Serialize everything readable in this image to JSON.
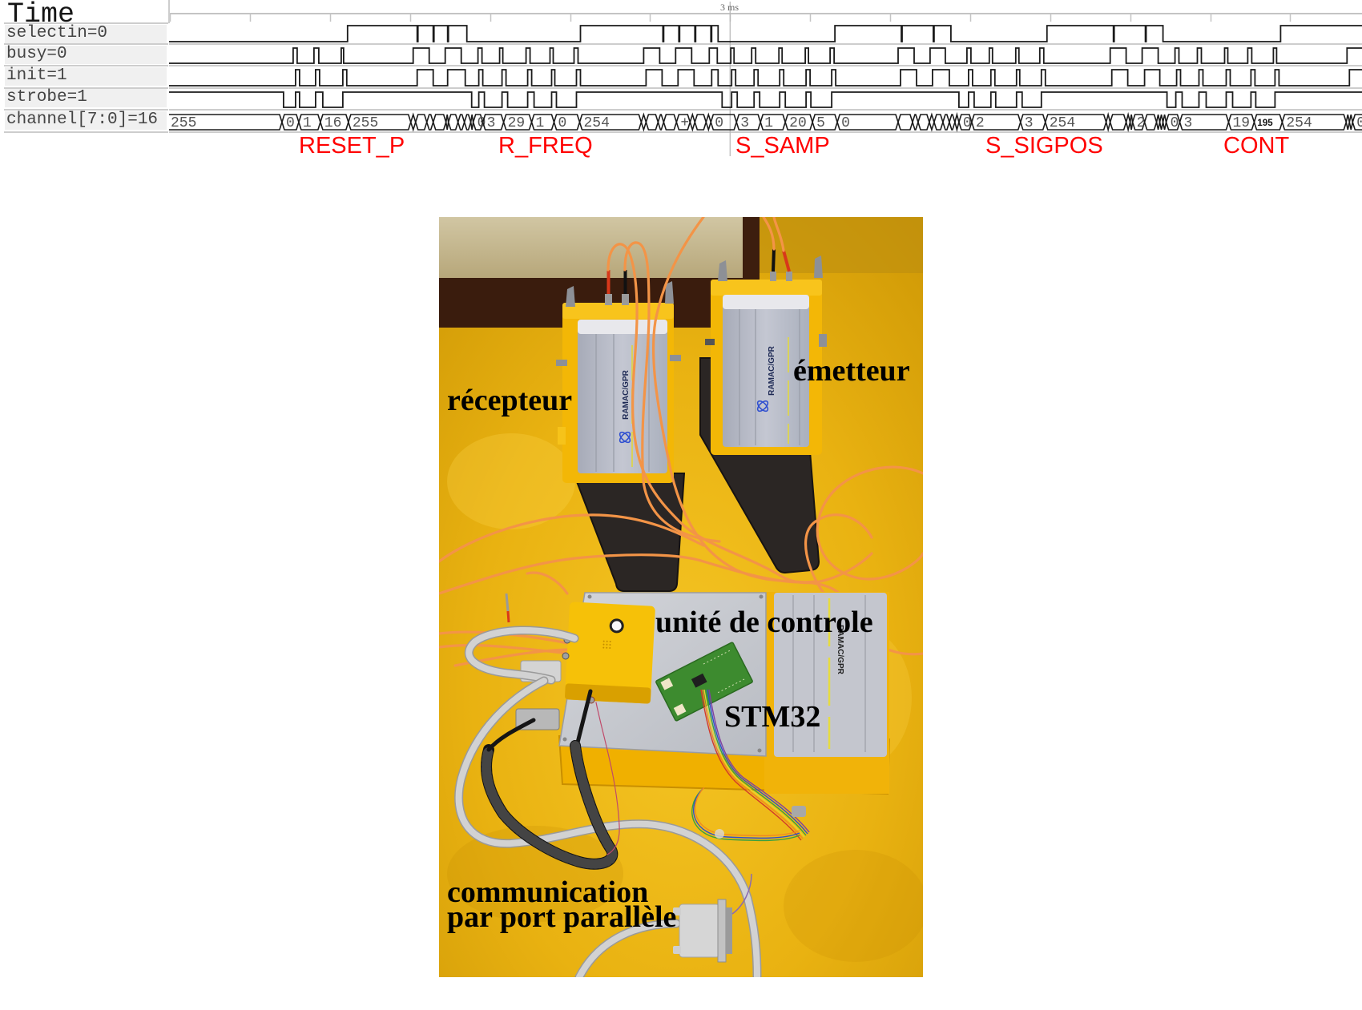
{
  "timing": {
    "header_label": "Time",
    "cursor_label": "3 ms",
    "cursor_ms": 3,
    "view_ms": [
      -0.51,
      6.94
    ],
    "tick_interval_ms": 0.5,
    "signals": [
      {
        "id": "selectin",
        "label": "selectin=0",
        "initial": 0,
        "edges_ms": [
          0.61,
          1.045,
          1.05,
          1.145,
          1.15,
          1.235,
          1.24,
          1.355,
          2.065,
          2.58,
          2.585,
          2.68,
          2.685,
          2.78,
          2.785,
          2.88,
          2.885,
          2.925,
          3.655,
          4.07,
          4.075,
          4.27,
          4.275,
          4.38,
          4.98,
          5.395,
          5.4,
          5.595,
          5.6,
          5.705,
          6.44
        ]
      },
      {
        "id": "busy",
        "label": "busy=0",
        "initial": 0,
        "edges_ms": [
          0.27,
          0.295,
          0.4,
          0.43,
          0.57,
          0.585,
          1.02,
          1.12,
          1.22,
          1.32,
          1.425,
          1.45,
          1.56,
          1.58,
          1.725,
          1.75,
          1.875,
          1.895,
          2.025,
          2.05,
          2.46,
          2.56,
          2.66,
          2.76,
          2.87,
          2.92,
          3.005,
          3.025,
          3.135,
          3.16,
          3.305,
          3.325,
          3.47,
          3.49,
          3.625,
          3.65,
          4.05,
          4.15,
          4.25,
          4.345,
          4.48,
          4.505,
          4.62,
          4.64,
          4.785,
          4.805,
          4.935,
          4.96,
          5.375,
          5.475,
          5.575,
          5.675,
          5.78,
          5.805,
          5.92,
          5.945,
          6.09,
          6.11,
          6.235,
          6.26,
          6.395,
          6.415,
          6.855
        ]
      },
      {
        "id": "init",
        "label": "init=1",
        "initial": 0,
        "edges_ms": [
          0.285,
          0.31,
          0.41,
          0.435,
          0.58,
          0.605,
          1.045,
          1.145,
          1.235,
          1.345,
          1.43,
          1.455,
          1.575,
          1.6,
          1.735,
          1.76,
          1.885,
          1.905,
          2.04,
          2.065,
          2.475,
          2.575,
          2.675,
          2.775,
          2.885,
          2.925,
          3.01,
          3.035,
          3.15,
          3.175,
          3.31,
          3.335,
          3.475,
          3.5,
          3.635,
          3.66,
          4.065,
          4.165,
          4.265,
          4.37,
          4.49,
          4.515,
          4.63,
          4.655,
          4.79,
          4.81,
          4.945,
          4.97,
          5.385,
          5.485,
          5.59,
          5.685,
          5.79,
          5.815,
          5.93,
          5.955,
          6.1,
          6.125,
          6.255,
          6.28,
          6.405,
          6.43,
          6.87
        ]
      },
      {
        "id": "strobe",
        "label": "strobe=1",
        "initial": 1,
        "edges_ms": [
          0.21,
          0.285,
          0.31,
          0.41,
          0.455,
          0.58,
          1.385,
          1.43,
          1.465,
          1.575,
          1.61,
          1.735,
          1.775,
          1.885,
          1.915,
          2.04,
          2.95,
          3.01,
          3.045,
          3.15,
          3.185,
          3.31,
          3.345,
          3.475,
          3.505,
          3.635,
          4.43,
          4.49,
          4.525,
          4.63,
          4.66,
          4.79,
          4.825,
          4.945,
          5.73,
          5.785,
          5.825,
          5.93,
          5.975,
          6.1,
          6.14,
          6.255,
          6.285,
          6.405
        ]
      }
    ],
    "bus": {
      "id": "channel",
      "label": "channel[7:0]=16",
      "segments": [
        {
          "start_ms": -0.51,
          "value": "255"
        },
        {
          "start_ms": 0.2,
          "value": "0"
        },
        {
          "start_ms": 0.305,
          "value": "1"
        },
        {
          "start_ms": 0.44,
          "value": "16"
        },
        {
          "start_ms": 0.615,
          "value": "255"
        },
        {
          "start_ms": 1.005,
          "value": ""
        },
        {
          "start_ms": 1.035,
          "value": ""
        },
        {
          "start_ms": 1.105,
          "value": ""
        },
        {
          "start_ms": 1.145,
          "value": ""
        },
        {
          "start_ms": 1.225,
          "value": ""
        },
        {
          "start_ms": 1.24,
          "value": ""
        },
        {
          "start_ms": 1.3,
          "value": ""
        },
        {
          "start_ms": 1.34,
          "value": ""
        },
        {
          "start_ms": 1.38,
          "value": ""
        },
        {
          "start_ms": 1.395,
          "value": "0"
        },
        {
          "start_ms": 1.455,
          "value": "3"
        },
        {
          "start_ms": 1.585,
          "value": "29"
        },
        {
          "start_ms": 1.76,
          "value": "1"
        },
        {
          "start_ms": 1.9,
          "value": "0"
        },
        {
          "start_ms": 2.06,
          "value": "254"
        },
        {
          "start_ms": 2.445,
          "value": ""
        },
        {
          "start_ms": 2.475,
          "value": ""
        },
        {
          "start_ms": 2.55,
          "value": ""
        },
        {
          "start_ms": 2.585,
          "value": ""
        },
        {
          "start_ms": 2.665,
          "value": "+"
        },
        {
          "start_ms": 2.75,
          "value": ""
        },
        {
          "start_ms": 2.78,
          "value": ""
        },
        {
          "start_ms": 2.85,
          "value": ""
        },
        {
          "start_ms": 2.88,
          "value": "0"
        },
        {
          "start_ms": 3.04,
          "value": "3"
        },
        {
          "start_ms": 3.19,
          "value": "1"
        },
        {
          "start_ms": 3.345,
          "value": "20"
        },
        {
          "start_ms": 3.515,
          "value": "5"
        },
        {
          "start_ms": 3.67,
          "value": "0"
        },
        {
          "start_ms": 4.05,
          "value": ""
        },
        {
          "start_ms": 4.14,
          "value": ""
        },
        {
          "start_ms": 4.175,
          "value": ""
        },
        {
          "start_ms": 4.245,
          "value": ""
        },
        {
          "start_ms": 4.275,
          "value": ""
        },
        {
          "start_ms": 4.33,
          "value": ""
        },
        {
          "start_ms": 4.37,
          "value": ""
        },
        {
          "start_ms": 4.405,
          "value": ""
        },
        {
          "start_ms": 4.43,
          "value": "0"
        },
        {
          "start_ms": 4.51,
          "value": "2"
        },
        {
          "start_ms": 4.815,
          "value": "3"
        },
        {
          "start_ms": 4.97,
          "value": "254"
        },
        {
          "start_ms": 5.35,
          "value": ""
        },
        {
          "start_ms": 5.375,
          "value": ""
        },
        {
          "start_ms": 5.475,
          "value": ""
        },
        {
          "start_ms": 5.5,
          "value": ""
        },
        {
          "start_ms": 5.515,
          "value": "2"
        },
        {
          "start_ms": 5.59,
          "value": ""
        },
        {
          "start_ms": 5.665,
          "value": ""
        },
        {
          "start_ms": 5.685,
          "value": ""
        },
        {
          "start_ms": 5.705,
          "value": ""
        },
        {
          "start_ms": 5.725,
          "value": "0"
        },
        {
          "start_ms": 5.81,
          "value": "3"
        },
        {
          "start_ms": 6.115,
          "value": "19"
        },
        {
          "start_ms": 6.275,
          "value": "195"
        },
        {
          "start_ms": 6.45,
          "value": "254"
        },
        {
          "start_ms": 6.85,
          "value": ""
        },
        {
          "start_ms": 6.87,
          "value": ""
        },
        {
          "start_ms": 6.89,
          "value": "0"
        }
      ]
    }
  },
  "phases": [
    {
      "label": "RESET_P"
    },
    {
      "label": "R_FREQ"
    },
    {
      "label": "S_SAMP"
    },
    {
      "label": "S_SIGPOS"
    },
    {
      "label": "CONT"
    }
  ],
  "photo": {
    "labels": {
      "receiver": "récepteur",
      "transmitter": "émetteur",
      "control_unit": "unité de controle",
      "mcu": "STM32",
      "comm_line1": "communication",
      "comm_line2": "par port parallèle"
    },
    "device_text": "RAMAC/GPR"
  },
  "colors": {
    "phase_label": "#ff0000",
    "waveform": "#1b1b1b",
    "grid": "#cdcdcd",
    "photo_label": "#000000"
  }
}
